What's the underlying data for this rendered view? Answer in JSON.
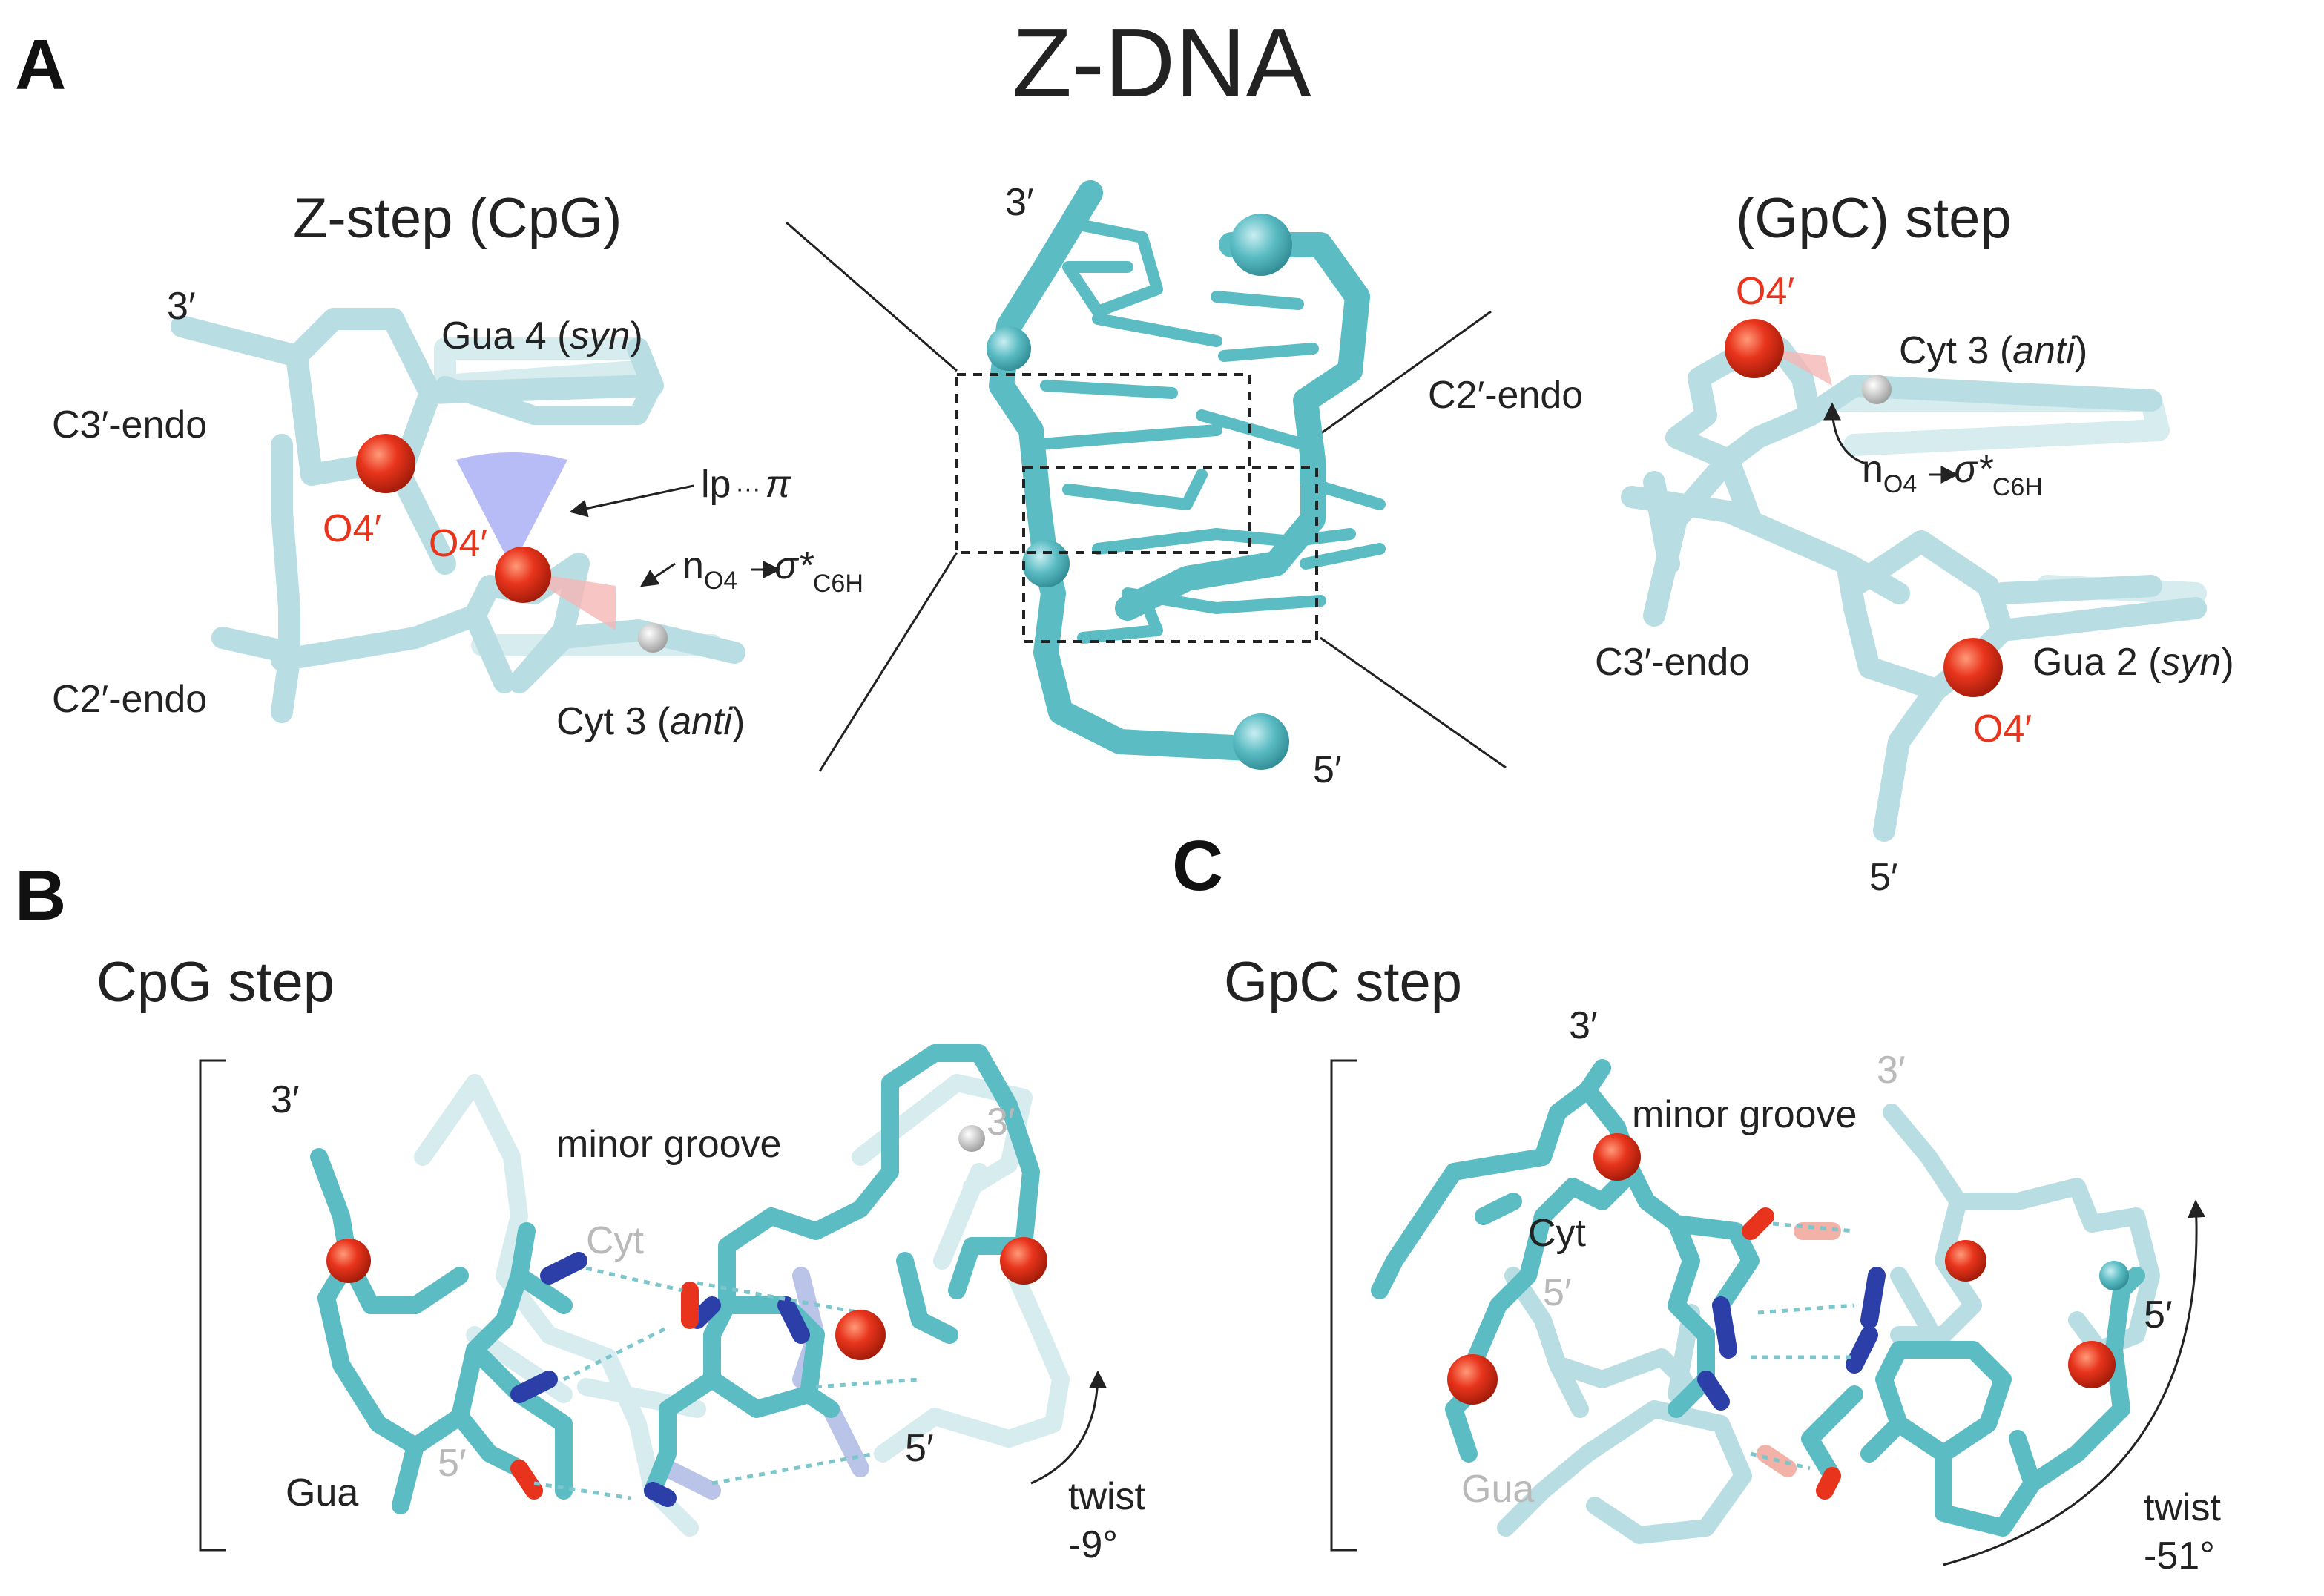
{
  "figure": {
    "title": "Z-DNA",
    "panels": {
      "a": {
        "letter": "A"
      },
      "b": {
        "letter": "B"
      },
      "c": {
        "letter": "C"
      }
    },
    "panel_a_left": {
      "title": "Z-step (CpG)",
      "end3": "3′",
      "gua": "Gua 4 (",
      "gua_conf": "syn",
      "close": ")",
      "c3endo": "C3′-endo",
      "c2endo": "C2′-endo",
      "o4_a": "O4′",
      "o4_b": "O4′",
      "lp": "lp",
      "dots": "···",
      "pi": "π",
      "n": "n",
      "n_sub": "O4",
      "sigma": "σ*",
      "sigma_sub": "C6H",
      "cyt": "Cyt 3 (",
      "cyt_conf": "anti",
      "close2": ")"
    },
    "panel_a_center": {
      "end3": "3′",
      "end5": "5′"
    },
    "panel_a_right": {
      "title": "(GpC) step",
      "o4_a": "O4′",
      "o4_b": "O4′",
      "cyt": "Cyt 3 (",
      "cyt_conf": "anti",
      "close": ")",
      "c2endo": "C2′-endo",
      "c3endo": "C3′-endo",
      "n": "n",
      "n_sub": "O4",
      "sigma": "σ*",
      "sigma_sub": "C6H",
      "gua": "Gua 2 (",
      "gua_conf": "syn",
      "close2": ")",
      "end5": "5′"
    },
    "panel_b": {
      "title": "CpG step",
      "end3_a": "3′",
      "end3_b": "3′",
      "minor_groove": "minor groove",
      "cyt": "Cyt",
      "gua": "Gua",
      "end5_a": "5′",
      "end5_b": "5′",
      "twist": "twist",
      "twist_value": "-9°"
    },
    "panel_c": {
      "title": "GpC step",
      "end3_a": "3′",
      "end3_b": "3′",
      "minor_groove": "minor groove",
      "cyt": "Cyt",
      "gua": "Gua",
      "end5_a": "5′",
      "end5_b": "5′",
      "twist": "twist",
      "twist_value": "-51°"
    },
    "colors": {
      "teal": "#5bbcc4",
      "pale_blue": "#b8dde2",
      "oxygen_red": "#e8341c",
      "nitrogen_blue": "#2c3fa8",
      "lone_pair_blue": "#aab0f5",
      "sigma_pink": "#f6b7b7"
    }
  }
}
